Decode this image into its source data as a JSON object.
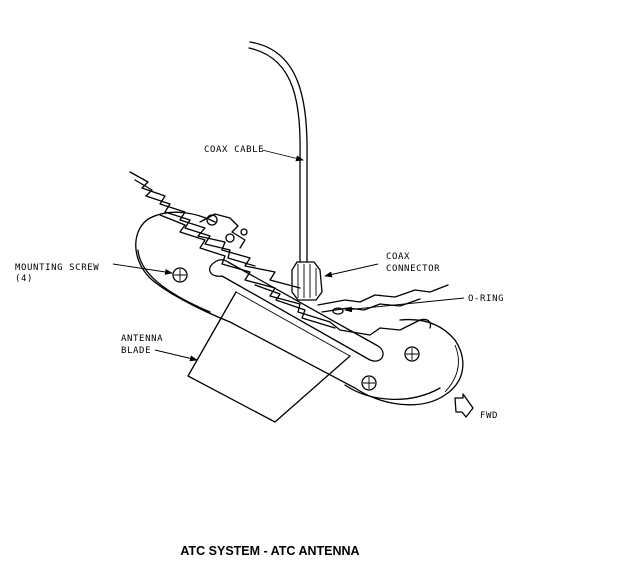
{
  "labels": {
    "coax_cable": "COAX CABLE",
    "coax_connector_line1": "COAX",
    "coax_connector_line2": "CONNECTOR",
    "o_ring": "O-RING",
    "mounting_screw_line1": "MOUNTING SCREW",
    "mounting_screw_line2": "(4)",
    "antenna_blade_line1": "ANTENNA",
    "antenna_blade_line2": "BLADE",
    "fwd": "FWD"
  },
  "caption": "ATC SYSTEM - ATC ANTENNA"
}
